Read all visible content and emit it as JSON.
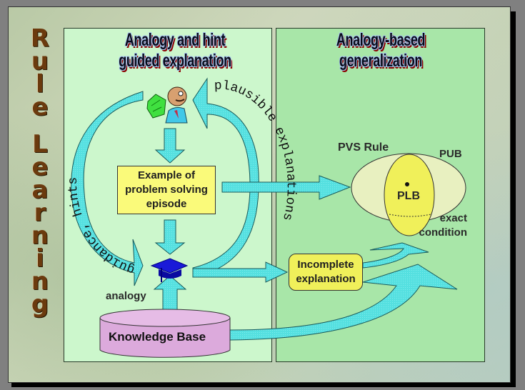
{
  "side_title": "Rule Learning",
  "side_title_words": [
    "Rule",
    "Learning"
  ],
  "left_panel": {
    "title_line1": "Analogy and hint",
    "title_line2": "guided explanation",
    "example_box_line1": "Example of",
    "example_box_line2": "problem solving",
    "example_box_line3": "episode",
    "analogy_label": "analogy",
    "knowledge_base_label": "Knowledge Base",
    "curved_label_left": "guidance, hints",
    "curved_label_right": "plausible explanations",
    "icons": [
      "teacher-with-money-icon",
      "graduation-cap-icon"
    ]
  },
  "right_panel": {
    "title_line1": "Analogy-based",
    "title_line2": "generalization",
    "pvs_rule_label": "PVS Rule",
    "pub_label": "PUB",
    "plb_label": "PLB",
    "exact_condition_line1": "exact",
    "exact_condition_line2": "condition",
    "incomplete_line1": "Incomplete",
    "incomplete_line2": "explanation"
  },
  "colors": {
    "arrow_fill": "#55e0e0",
    "arrow_stroke": "#1a5a5a",
    "left_panel_bg": "#ccf7cc",
    "right_panel_bg": "#a8e6a8",
    "example_box_bg": "#fafa7a",
    "knowledge_base_bg": "#dcaadc",
    "pub_ellipse_bg": "#e8f0c0",
    "plb_ellipse_bg": "#f0f05a",
    "side_title_color": "#6b3a0e",
    "title_shadow": "#8b0000"
  }
}
